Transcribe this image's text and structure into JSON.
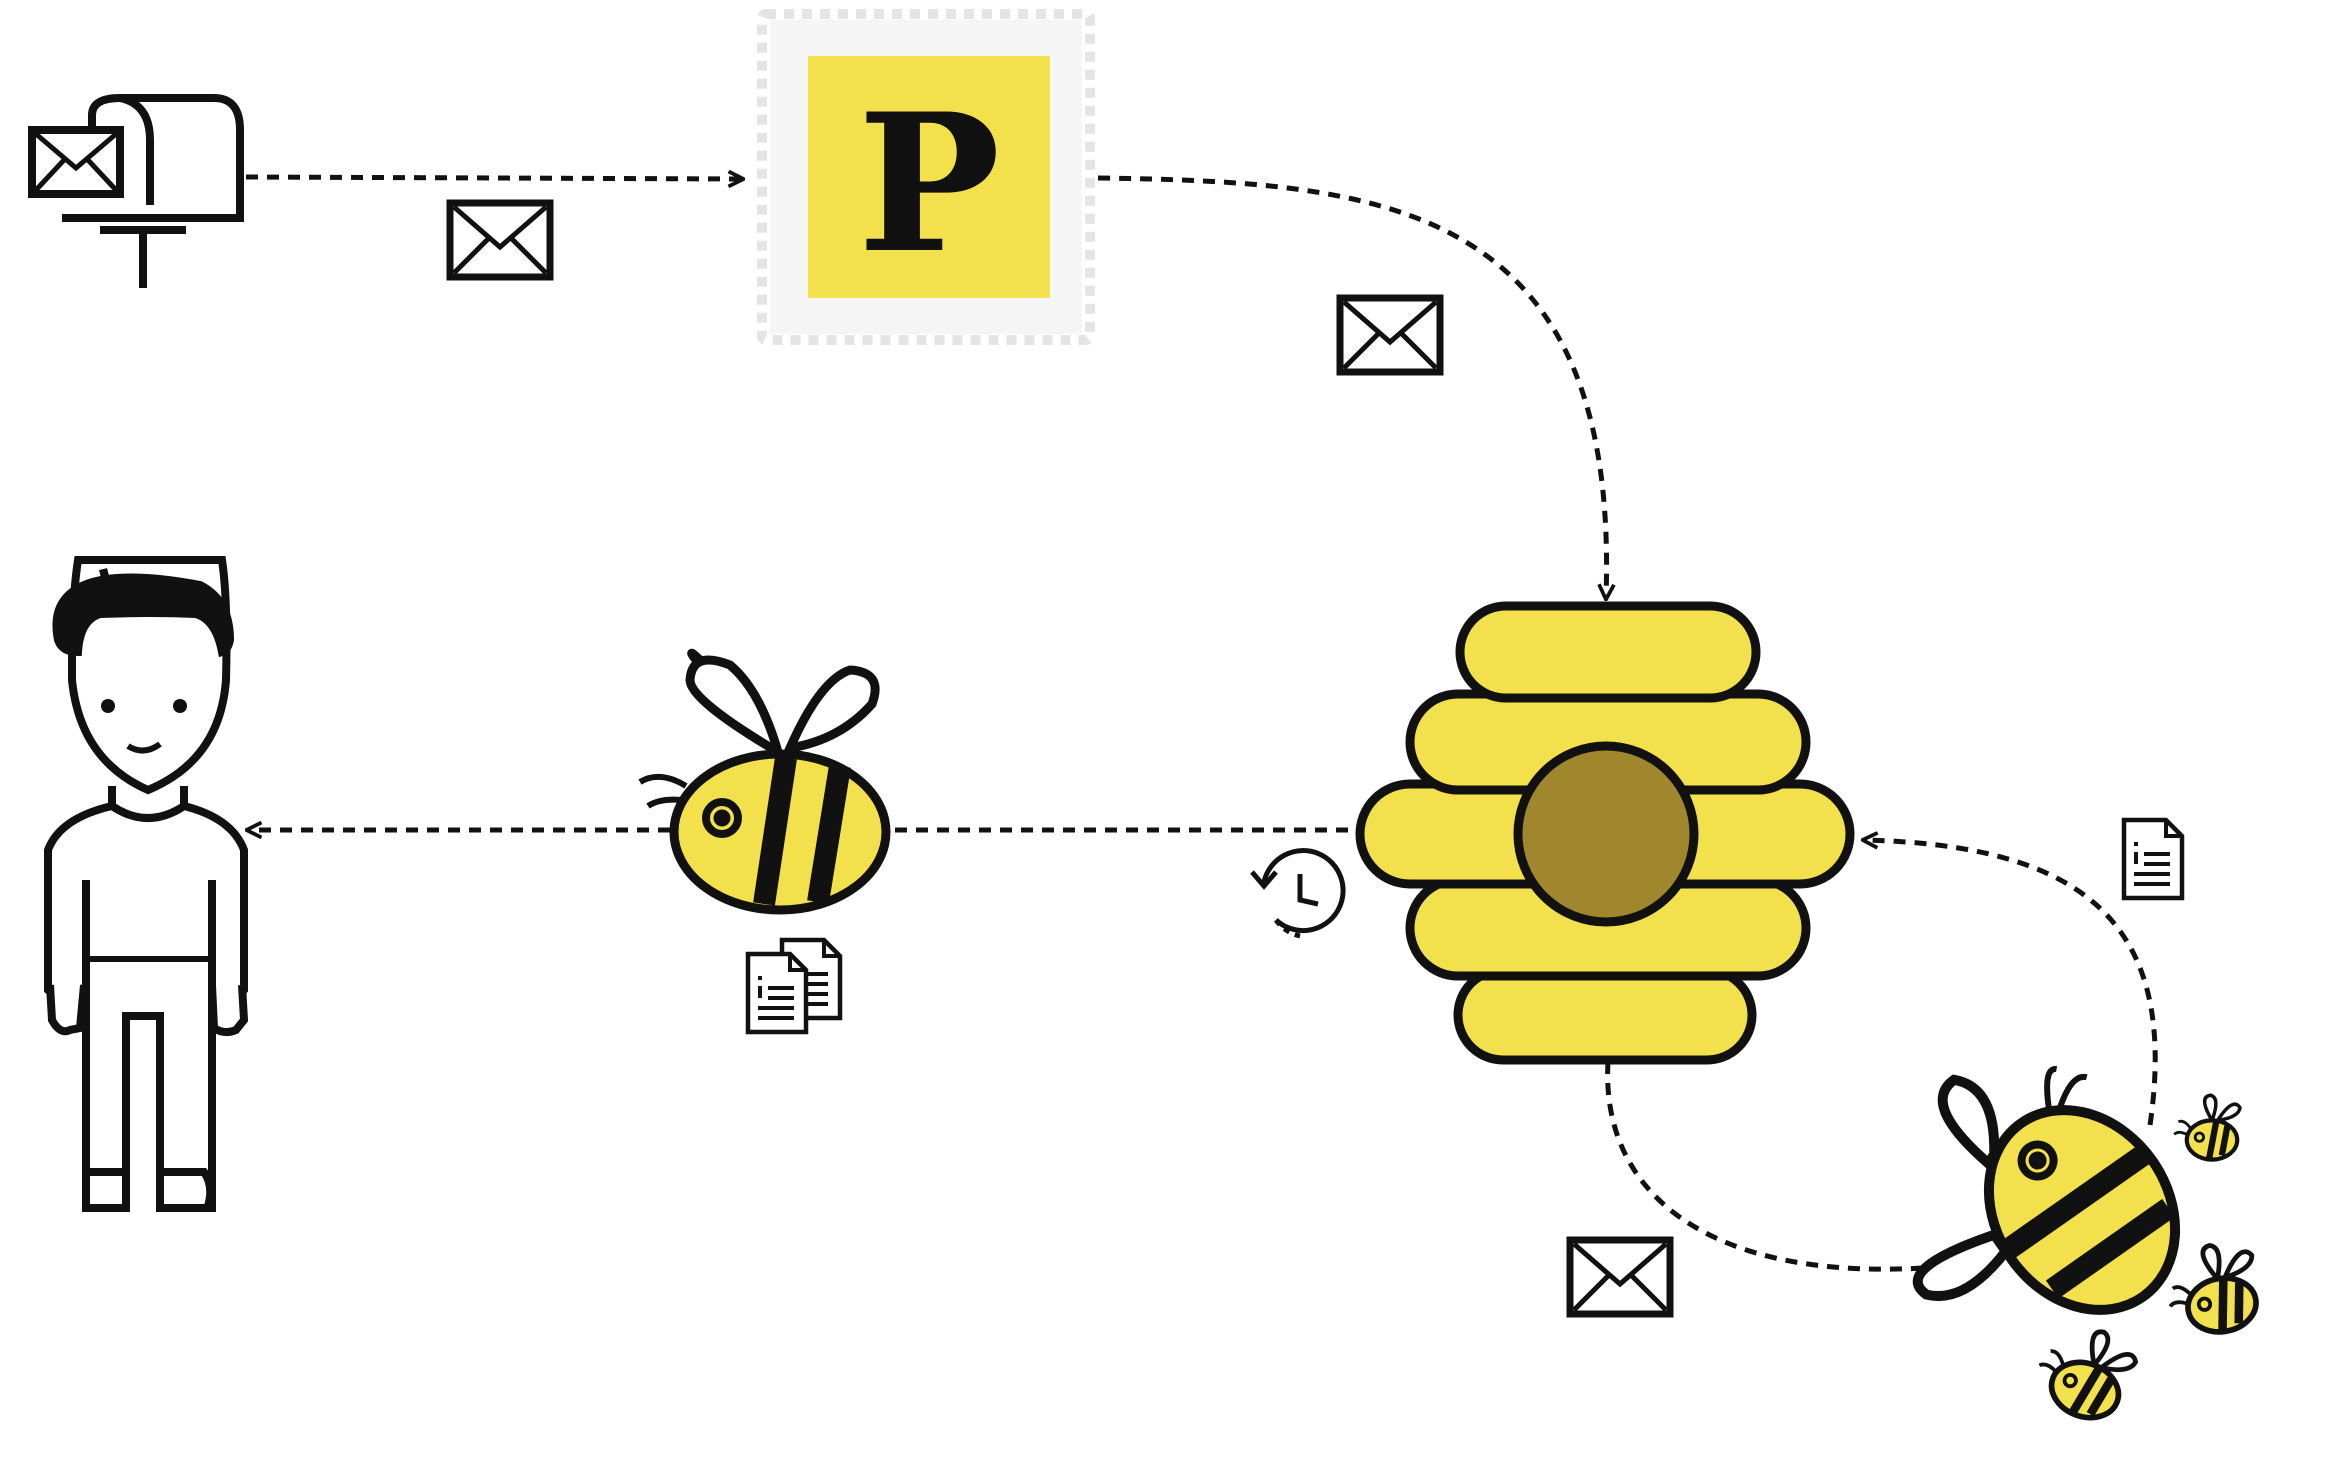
{
  "diagram": {
    "stamp_letter": "P",
    "colors": {
      "accent_yellow": "#f2e04c",
      "hive_door": "#a0862c",
      "stroke": "#111111",
      "stamp_border": "#ececec",
      "background": "#ffffff"
    },
    "icons": [
      "mailbox-icon",
      "postmark-stamp-icon",
      "envelope-icon",
      "beehive-icon",
      "bee-icon",
      "worker-bees-icon",
      "documents-icon",
      "history-clock-icon",
      "person-icon"
    ],
    "flows": [
      "mailbox-to-postmark",
      "postmark-to-hive",
      "worker-bees-to-hive",
      "hive-to-worker-bees",
      "hive-to-bee",
      "bee-to-person"
    ]
  }
}
